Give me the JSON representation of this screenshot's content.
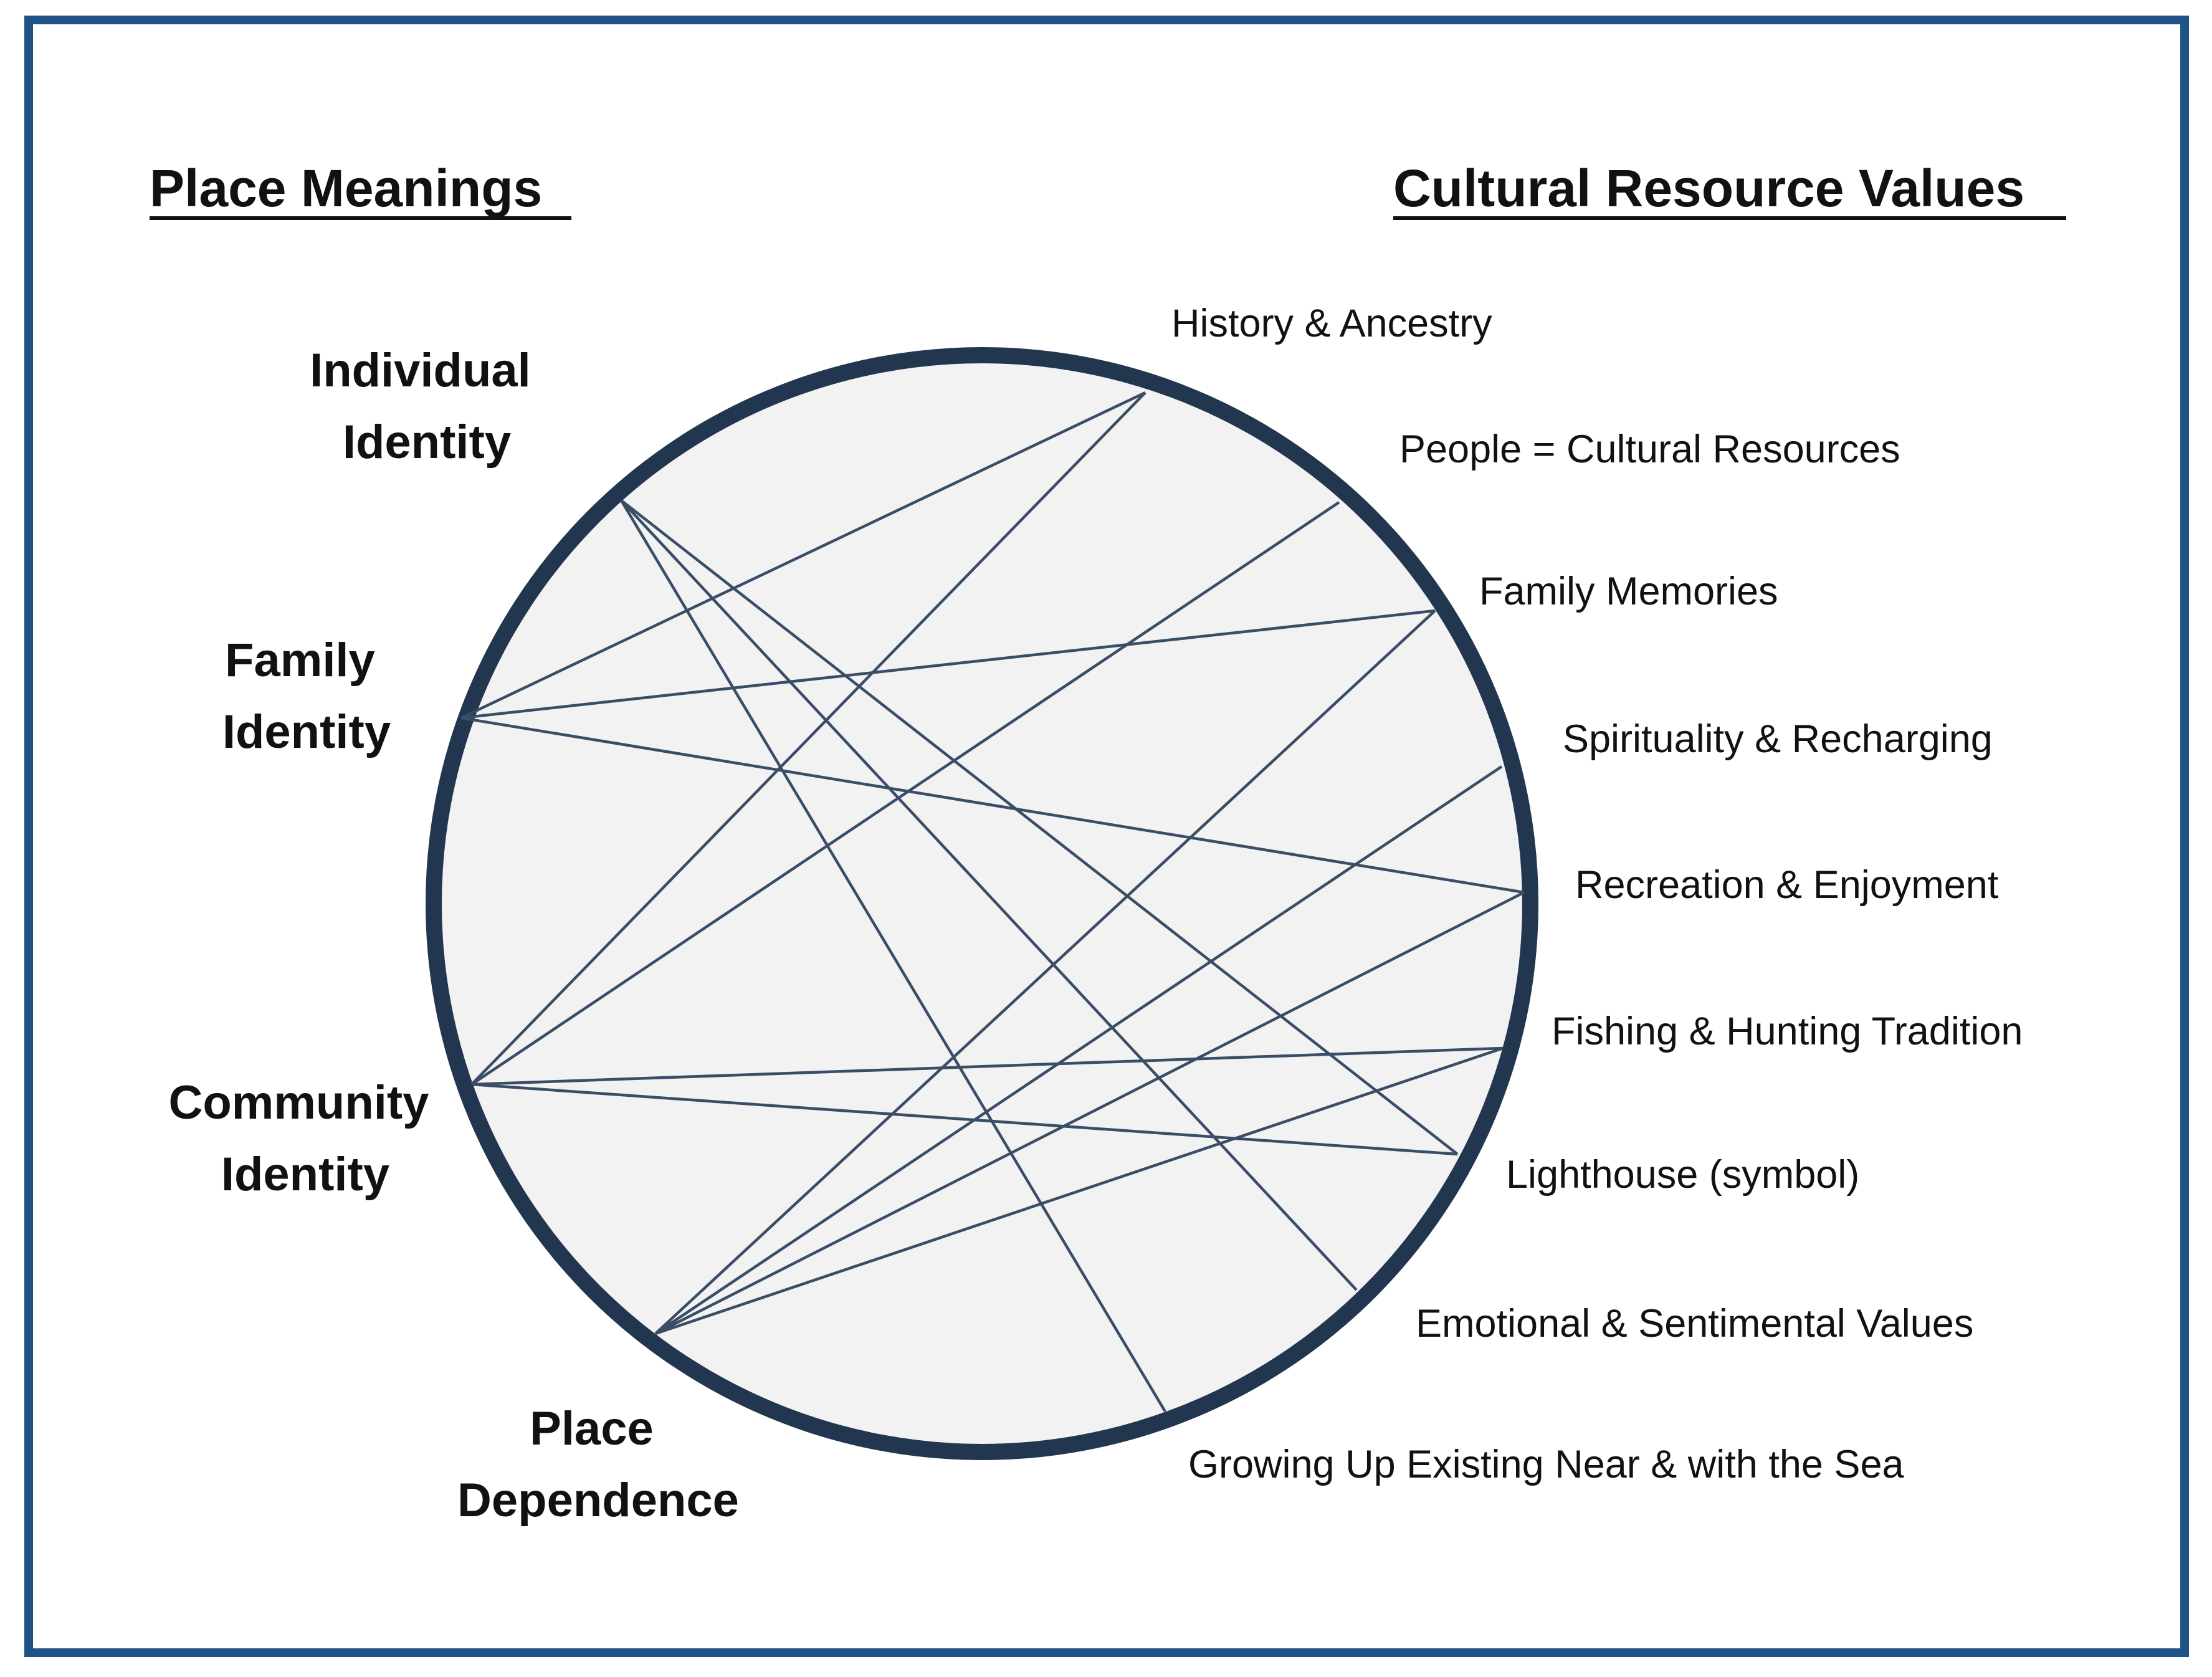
{
  "colors": {
    "frame": "#1f5287",
    "ring": "#233650",
    "disc_fill": "#f2f2f2",
    "chord": "#3a4d66",
    "text": "#111111"
  },
  "headings": {
    "left": "Place Meanings",
    "right": "Cultural Resource Values"
  },
  "place_meanings": [
    {
      "id": "individual",
      "lines": [
        "Individual",
        "Identity"
      ]
    },
    {
      "id": "family",
      "lines": [
        "Family",
        "Identity"
      ]
    },
    {
      "id": "community",
      "lines": [
        "Community",
        "Identity"
      ]
    },
    {
      "id": "place",
      "lines": [
        "Place",
        "Dependence"
      ]
    }
  ],
  "cultural_values": [
    {
      "id": "history",
      "label": "History & Ancestry"
    },
    {
      "id": "people",
      "label": "People = Cultural Resources"
    },
    {
      "id": "family_memories",
      "label": "Family Memories"
    },
    {
      "id": "spirituality",
      "label": "Spirituality & Recharging"
    },
    {
      "id": "recreation",
      "label": "Recreation & Enjoyment"
    },
    {
      "id": "fishing",
      "label": "Fishing & Hunting Tradition"
    },
    {
      "id": "lighthouse",
      "label": "Lighthouse (symbol)"
    },
    {
      "id": "emotional",
      "label": "Emotional & Sentimental Values"
    },
    {
      "id": "growing_up",
      "label": "Growing Up Existing Near & with the Sea"
    }
  ],
  "links": [
    {
      "from": "individual",
      "to": "lighthouse"
    },
    {
      "from": "individual",
      "to": "emotional"
    },
    {
      "from": "individual",
      "to": "growing_up"
    },
    {
      "from": "family",
      "to": "history"
    },
    {
      "from": "family",
      "to": "family_memories"
    },
    {
      "from": "family",
      "to": "recreation"
    },
    {
      "from": "community",
      "to": "history"
    },
    {
      "from": "community",
      "to": "people"
    },
    {
      "from": "community",
      "to": "fishing"
    },
    {
      "from": "community",
      "to": "lighthouse"
    },
    {
      "from": "place",
      "to": "family_memories"
    },
    {
      "from": "place",
      "to": "spirituality"
    },
    {
      "from": "place",
      "to": "recreation"
    },
    {
      "from": "place",
      "to": "fishing"
    }
  ]
}
